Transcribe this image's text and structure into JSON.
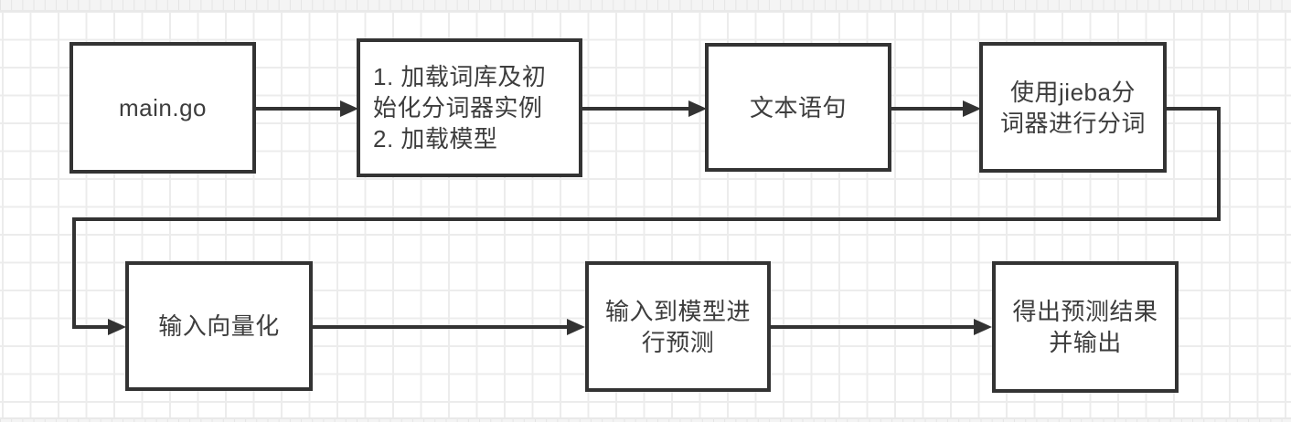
{
  "diagram": {
    "type": "flowchart",
    "language": "zh-CN",
    "colors": {
      "node_border": "#333333",
      "node_fill": "#ffffff",
      "text": "#3d3d3d",
      "connector": "#333333",
      "grid_line": "#ececec",
      "canvas_bg": "#ffffff"
    },
    "nodes": [
      {
        "id": "main-go",
        "label": "main.go",
        "align": "center"
      },
      {
        "id": "load-dict-init-model",
        "label": "1. 加载词库及初\n始化分词器实例\n2. 加载模型",
        "align": "left"
      },
      {
        "id": "text-sentence",
        "label": "文本语句",
        "align": "center"
      },
      {
        "id": "jieba-segmentation",
        "label": "使用jieba分\n词器进行分词",
        "align": "center"
      },
      {
        "id": "input-vectorization",
        "label": "输入向量化",
        "align": "center"
      },
      {
        "id": "model-prediction",
        "label": "输入到模型进\n行预测",
        "align": "center"
      },
      {
        "id": "output-result",
        "label": "得出预测结果\n并输出",
        "align": "center"
      }
    ],
    "edges": [
      {
        "from": "main-go",
        "to": "load-dict-init-model",
        "style": "straight-arrow"
      },
      {
        "from": "load-dict-init-model",
        "to": "text-sentence",
        "style": "straight-arrow"
      },
      {
        "from": "text-sentence",
        "to": "jieba-segmentation",
        "style": "straight-arrow"
      },
      {
        "from": "jieba-segmentation",
        "to": "input-vectorization",
        "style": "elbow-arrow"
      },
      {
        "from": "input-vectorization",
        "to": "model-prediction",
        "style": "straight-arrow"
      },
      {
        "from": "model-prediction",
        "to": "output-result",
        "style": "straight-arrow"
      }
    ]
  }
}
